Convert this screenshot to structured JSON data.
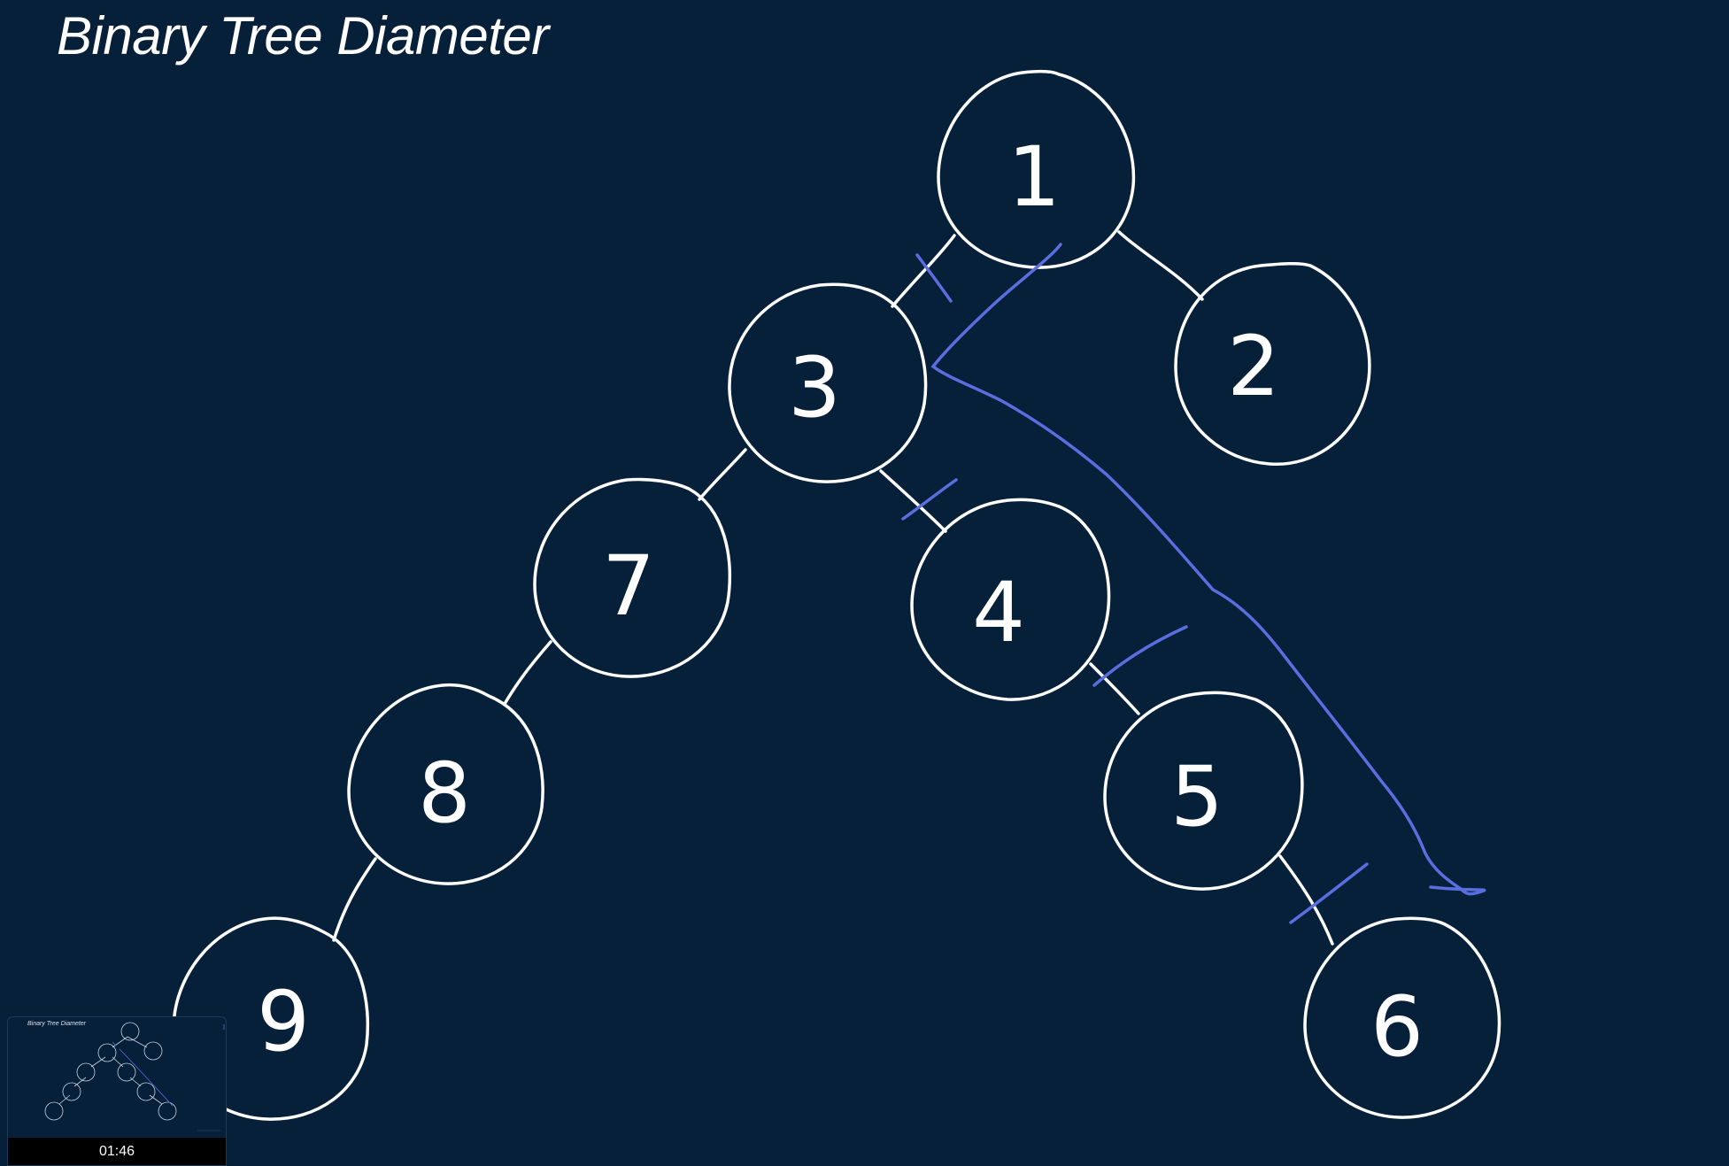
{
  "title": "Binary Tree Diameter",
  "nodes": [
    {
      "id": "n1",
      "label": "1"
    },
    {
      "id": "n2",
      "label": "2"
    },
    {
      "id": "n3",
      "label": "3"
    },
    {
      "id": "n4",
      "label": "4"
    },
    {
      "id": "n5",
      "label": "5"
    },
    {
      "id": "n6",
      "label": "6"
    },
    {
      "id": "n7",
      "label": "7"
    },
    {
      "id": "n8",
      "label": "8"
    },
    {
      "id": "n9",
      "label": "9"
    }
  ],
  "edges": [
    {
      "from": "1",
      "to": "3"
    },
    {
      "from": "1",
      "to": "2"
    },
    {
      "from": "3",
      "to": "7"
    },
    {
      "from": "3",
      "to": "4"
    },
    {
      "from": "7",
      "to": "8"
    },
    {
      "from": "8",
      "to": "9"
    },
    {
      "from": "4",
      "to": "5"
    },
    {
      "from": "5",
      "to": "6"
    }
  ],
  "annotations": {
    "marked_edges": [
      "1-3",
      "3-4",
      "4-5",
      "5-6"
    ],
    "bracket": "diameter path 1-3-4-5-6"
  },
  "colors": {
    "background": "#06203a",
    "stroke": "#ffffff",
    "annotation": "#5a6ee0"
  },
  "thumbnail": {
    "title": "Binary Tree Diameter",
    "time": "01:46"
  }
}
